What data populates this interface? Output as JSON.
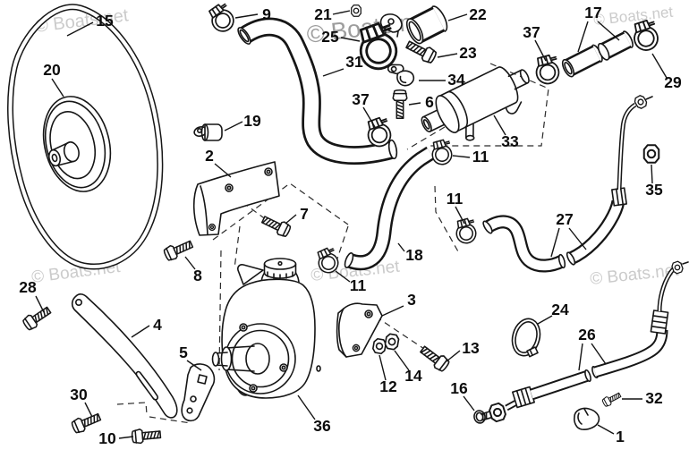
{
  "watermarks": [
    {
      "text": "© Boats.net"
    },
    {
      "text": "© Boats.net"
    },
    {
      "text": "© Boats.net"
    },
    {
      "text": "© Boats.net"
    },
    {
      "text": "© Boats.net"
    },
    {
      "text": "© Boats.net"
    }
  ],
  "callouts": [
    {
      "label": "15"
    },
    {
      "label": "20"
    },
    {
      "label": "9"
    },
    {
      "label": "21"
    },
    {
      "label": "25"
    },
    {
      "label": "31"
    },
    {
      "label": "22"
    },
    {
      "label": "23"
    },
    {
      "label": "37"
    },
    {
      "label": "34"
    },
    {
      "label": "6"
    },
    {
      "label": "33"
    },
    {
      "label": "17"
    },
    {
      "label": "29"
    },
    {
      "label": "19"
    },
    {
      "label": "2"
    },
    {
      "label": "7"
    },
    {
      "label": "8"
    },
    {
      "label": "11"
    },
    {
      "label": "11"
    },
    {
      "label": "11"
    },
    {
      "label": "18"
    },
    {
      "label": "27"
    },
    {
      "label": "35"
    },
    {
      "label": "28"
    },
    {
      "label": "4"
    },
    {
      "label": "5"
    },
    {
      "label": "30"
    },
    {
      "label": "10"
    },
    {
      "label": "36"
    },
    {
      "label": "3"
    },
    {
      "label": "12"
    },
    {
      "label": "14"
    },
    {
      "label": "13"
    },
    {
      "label": "16"
    },
    {
      "label": "24"
    },
    {
      "label": "26"
    },
    {
      "label": "32"
    },
    {
      "label": "1"
    },
    {
      "label": "37"
    }
  ]
}
